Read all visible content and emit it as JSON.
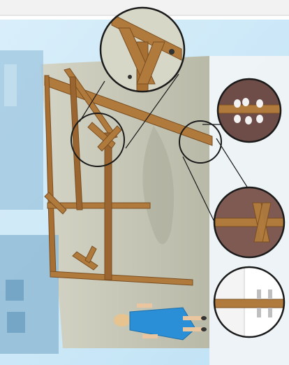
{
  "illustration": {
    "kind": "timber pergola assembly illustration with detail callouts",
    "palette": {
      "sky": "#cfe9f8",
      "wall": "#c9c9b9",
      "wood": "#b07a3c",
      "wood_dark": "#7a4f22",
      "dress": "#2a8fd6",
      "callout_ring": "#1a1a1a"
    },
    "callouts": [
      {
        "id": "corner-brace-detail"
      },
      {
        "id": "bolt-anchor-detail"
      },
      {
        "id": "cross-joint-detail"
      },
      {
        "id": "floor-fixing-detail"
      }
    ]
  }
}
